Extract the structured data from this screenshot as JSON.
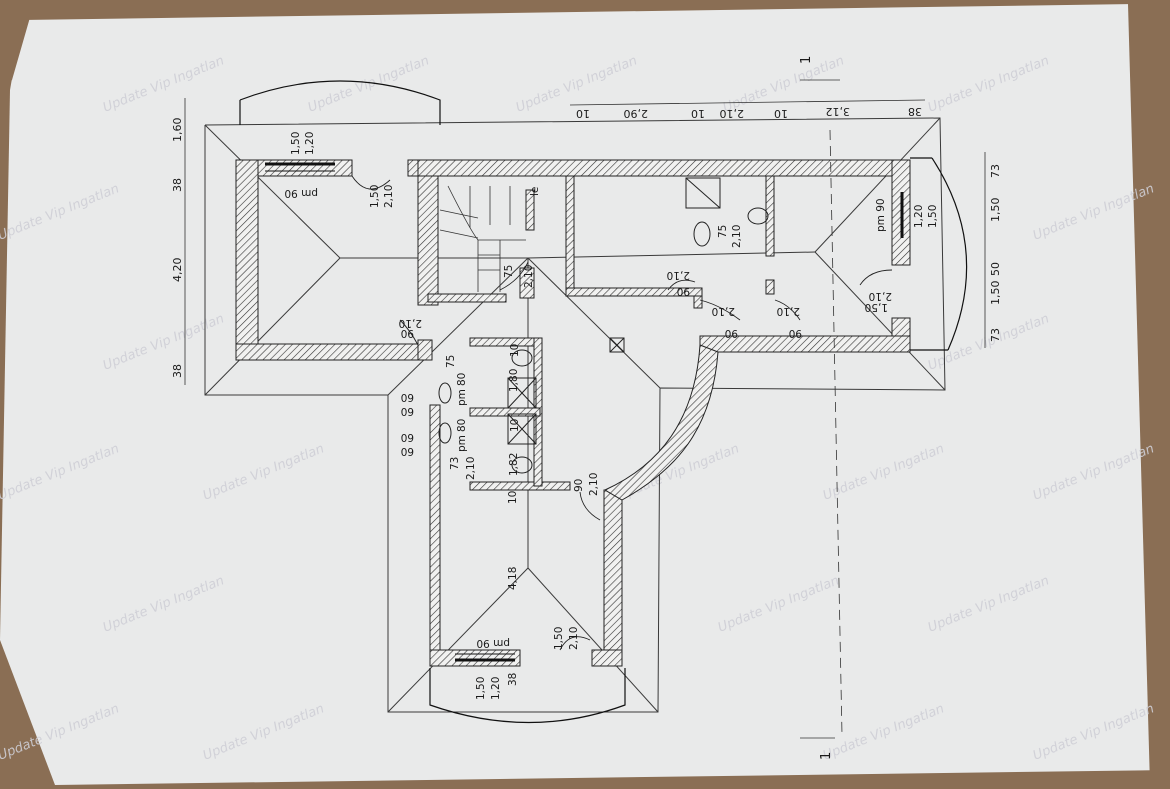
{
  "plan": {
    "section_marker": "1",
    "watermark": "Update Vip Ingatlan",
    "top_dims": [
      "10",
      "2,90",
      "10",
      "2,10",
      "10",
      "3,12",
      "38"
    ],
    "left_dims": [
      "1,60",
      "38",
      "4,20",
      "38"
    ],
    "right_dims": [
      "73",
      "1,50",
      "50",
      "1,50",
      "73"
    ],
    "labels": {
      "pm90_a": "pm 90",
      "w150_a": "1,50",
      "w120_a": "1,20",
      "d150_a": "1,50",
      "d210_a": "2,10",
      "le": "le",
      "d75_a": "75",
      "d210_b": "2,10",
      "d210_c": "2,10",
      "d90_a": "90",
      "d210_d": "2,10",
      "d90_b": "90",
      "d75_b": "75",
      "d210_e": "2,10",
      "d210_f": "2,10",
      "d90_c": "90",
      "d210_g": "2,10",
      "d90_d": "90",
      "d210_h": "2,10",
      "d150_b": "1,50",
      "pm90_b": "pm 90",
      "w120_b": "1,20",
      "w150_b": "1,50",
      "d75_c": "75",
      "d10_a": "10",
      "d80_a": "80",
      "pm80_a": "pm",
      "d180": "1,80",
      "d60_a": "60",
      "d60_b": "60",
      "d60_c": "60",
      "d60_d": "60",
      "d10_b": "10",
      "d80_b": "80",
      "pm80_b": "pm",
      "d182": "1,82",
      "d73_a": "73",
      "d210_i": "2,10",
      "d10_c": "10",
      "d90_e": "90",
      "d210_j": "2,10",
      "d418": "4,18",
      "pm90_c": "pm 90",
      "d150_c": "1,50",
      "d210_k": "2,10",
      "w150_c": "1,50",
      "w120_c": "1,20",
      "d38_c": "38"
    }
  }
}
